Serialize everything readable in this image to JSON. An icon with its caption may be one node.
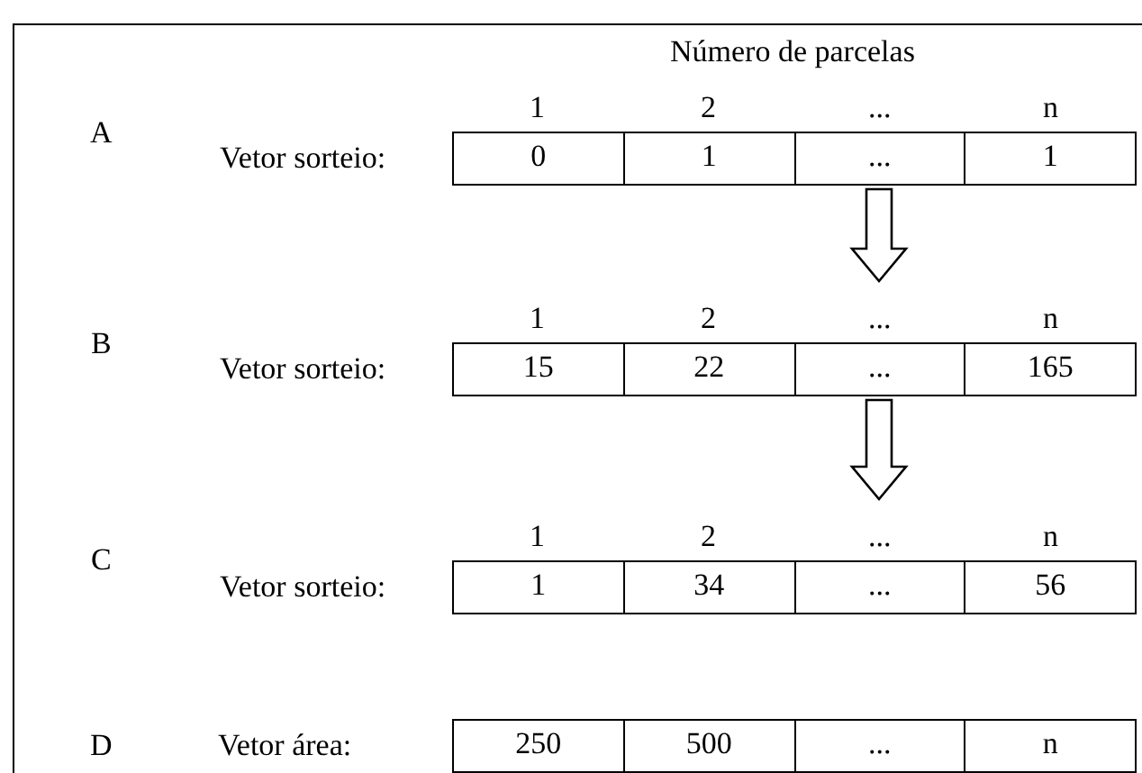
{
  "diagram": {
    "nodes": [
      {
        "text": [
          "0",
          "1",
          "...",
          "1"
        ]
      },
      {
        "text": [
          "15",
          "22",
          "...",
          "165"
        ]
      },
      {
        "text": [
          "1",
          "34",
          "...",
          "56"
        ]
      },
      {
        "text": [
          "250",
          "500",
          "...",
          "n"
        ]
      }
    ],
    "edges": [
      {
        "from": 0,
        "to": 1,
        "arrow": "to"
      },
      {
        "from": 1,
        "to": 2,
        "arrow": "to"
      }
    ],
    "labels": [
      "Número de parcelas",
      "1",
      "2",
      "...",
      "n",
      "A",
      "Vetor sorteio:",
      "1",
      "2",
      "...",
      "n",
      "B",
      "Vetor sorteio:",
      "1",
      "2",
      "...",
      "n",
      "C",
      "Vetor sorteio:",
      "D",
      "Vetor área:"
    ]
  }
}
